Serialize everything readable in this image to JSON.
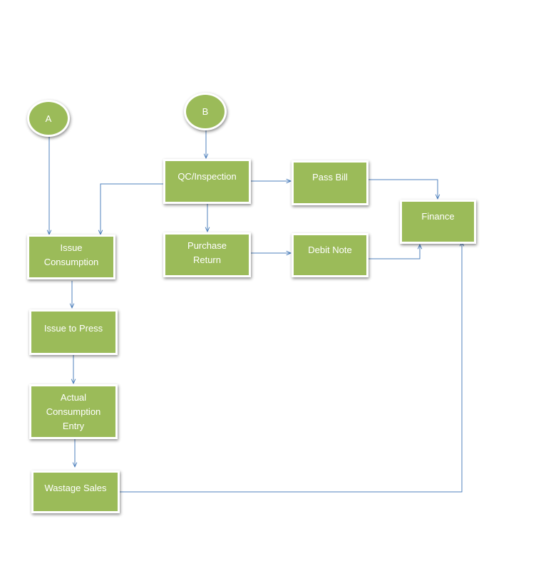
{
  "colors": {
    "node_fill": "#9bbb59",
    "node_text": "#ffffff",
    "connector": "#4f81bd"
  },
  "nodes": {
    "a": "A",
    "b": "B",
    "qc_inspection": "QC/Inspection",
    "pass_bill": "Pass Bill",
    "finance": "Finance",
    "issue_consumption": "Issue\nConsumption",
    "purchase_return": "Purchase\nReturn",
    "debit_note": "Debit Note",
    "issue_to_press": "Issue to Press",
    "actual_consumption_entry": "Actual\nConsumption\nEntry",
    "wastage_sales": "Wastage Sales"
  }
}
